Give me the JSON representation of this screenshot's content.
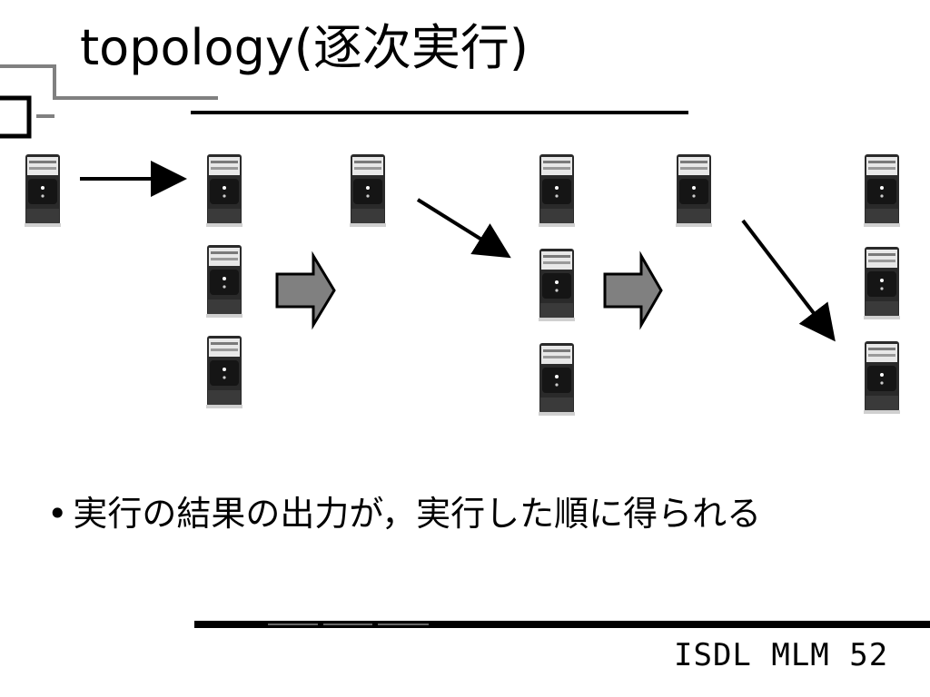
{
  "slide": {
    "title": "topology(逐次実行)",
    "bullet": "実行の結果の出力が，実行した順に得られる",
    "footer": "ISDL MLM 52"
  },
  "icons": {
    "server": "server-tower-icon",
    "step_arrow": "block-right-arrow-icon"
  },
  "colors": {
    "server_body": "#2a2a2a",
    "block_arrow_fill": "#808080",
    "line": "#000000"
  }
}
